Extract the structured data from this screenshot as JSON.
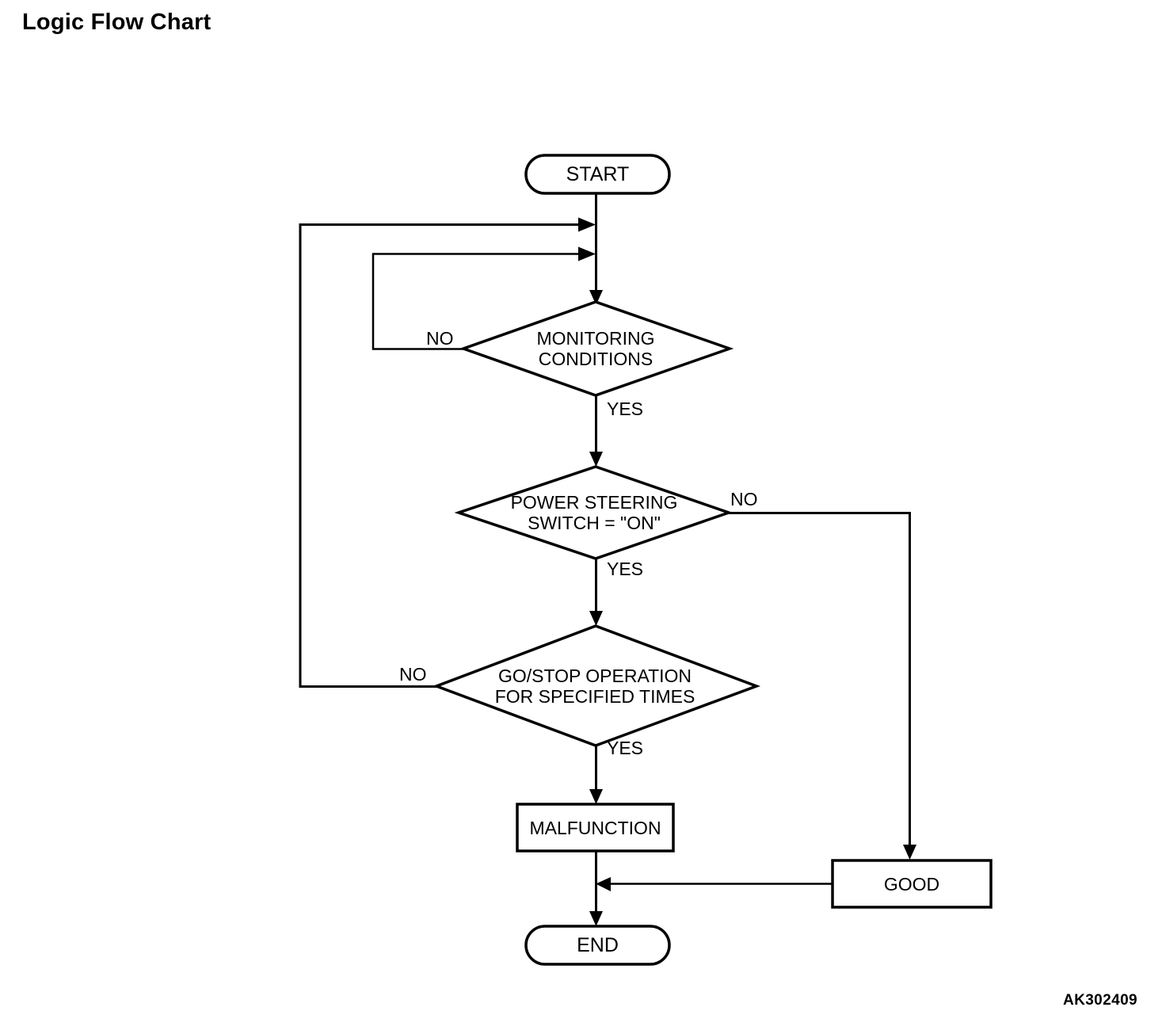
{
  "page": {
    "title": "Logic Flow Chart",
    "figure_id": "AK302409",
    "background_color": "#ffffff",
    "line_color": "#000000"
  },
  "chart_data": {
    "type": "diagram",
    "diagram_kind": "flowchart",
    "title": "Logic Flow Chart",
    "figure_id": "AK302409",
    "nodes": [
      {
        "id": "start",
        "shape": "terminator",
        "text": "START"
      },
      {
        "id": "monitoring",
        "shape": "decision",
        "text": "MONITORING CONDITIONS",
        "lines": [
          "MONITORING",
          "CONDITIONS"
        ]
      },
      {
        "id": "ps_switch",
        "shape": "decision",
        "text": "POWER STEERING SWITCH = \"ON\"",
        "lines": [
          "POWER STEERING",
          "SWITCH = \"ON\""
        ]
      },
      {
        "id": "go_stop",
        "shape": "decision",
        "text": "GO/STOP OPERATION FOR SPECIFIED TIMES",
        "lines": [
          "GO/STOP OPERATION",
          "FOR SPECIFIED TIMES"
        ]
      },
      {
        "id": "malfunction",
        "shape": "process",
        "text": "MALFUNCTION"
      },
      {
        "id": "good",
        "shape": "process",
        "text": "GOOD"
      },
      {
        "id": "end",
        "shape": "terminator",
        "text": "END"
      }
    ],
    "edges": [
      {
        "from": "start",
        "to": "monitoring",
        "label": ""
      },
      {
        "from": "monitoring",
        "to": "monitoring",
        "label": "NO"
      },
      {
        "from": "monitoring",
        "to": "ps_switch",
        "label": "YES"
      },
      {
        "from": "ps_switch",
        "to": "good",
        "label": "NO"
      },
      {
        "from": "ps_switch",
        "to": "go_stop",
        "label": "YES"
      },
      {
        "from": "go_stop",
        "to": "monitoring",
        "label": "NO"
      },
      {
        "from": "go_stop",
        "to": "malfunction",
        "label": "YES"
      },
      {
        "from": "malfunction",
        "to": "end",
        "label": ""
      },
      {
        "from": "good",
        "to": "end",
        "label": ""
      }
    ]
  },
  "nodes": {
    "start": {
      "label": "START"
    },
    "monitoring": {
      "line1": "MONITORING",
      "line2": "CONDITIONS"
    },
    "power_steering": {
      "line1": "POWER STEERING",
      "line2": "SWITCH = \"ON\""
    },
    "go_stop": {
      "line1": "GO/STOP OPERATION",
      "line2": "FOR SPECIFIED TIMES"
    },
    "malfunction": {
      "label": "MALFUNCTION"
    },
    "good": {
      "label": "GOOD"
    },
    "end": {
      "label": "END"
    }
  },
  "edge_labels": {
    "monitoring_no": "NO",
    "monitoring_yes": "YES",
    "power_steering_no": "NO",
    "power_steering_yes": "YES",
    "go_stop_no": "NO",
    "go_stop_yes": "YES"
  }
}
